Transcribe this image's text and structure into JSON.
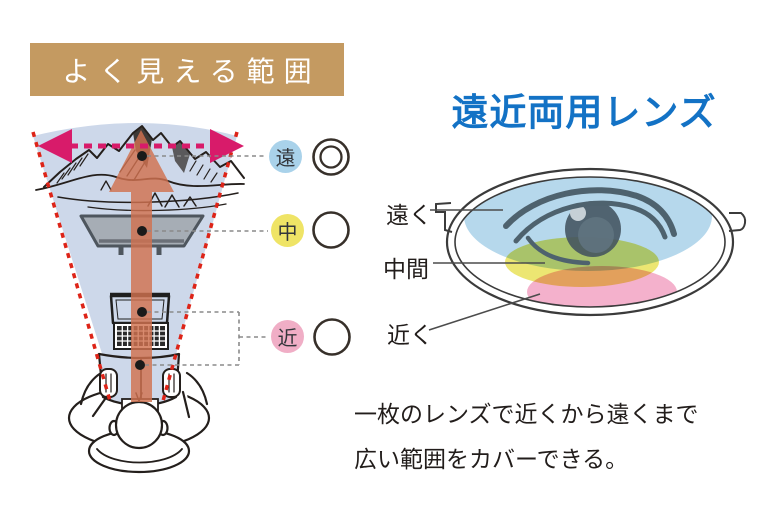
{
  "left_panel": {
    "banner": {
      "label": "よく見える範囲",
      "bg_color": "#c49a61",
      "text_color": "#ffffff"
    },
    "legend": {
      "items": [
        {
          "label": "遠",
          "badge_color": "#a9d2ea",
          "rating_symbol": "◎",
          "rating_name": "double-circle"
        },
        {
          "label": "中",
          "badge_color": "#efe466",
          "rating_symbol": "○",
          "rating_name": "circle"
        },
        {
          "label": "近",
          "badge_color": "#f0aec6",
          "rating_symbol": "○",
          "rating_name": "circle"
        }
      ]
    },
    "illustration": {
      "scene_items": [
        "mountains",
        "monitor",
        "laptop",
        "book",
        "person-top-view"
      ],
      "colors": {
        "view_cone_fill": "#cdd8ea",
        "cone_dashed_border": "#dd2418",
        "width_arrow": "#d81b6a",
        "gaze_arrow": "#d1714f"
      }
    }
  },
  "right_panel": {
    "title": {
      "text": "遠近両用レンズ",
      "color": "#1372c5"
    },
    "lens": {
      "labels": [
        {
          "text": "遠く",
          "zone_color": "#aed4ea"
        },
        {
          "text": "中間",
          "zone_color": "#e8e053"
        },
        {
          "text": "近く",
          "zone_color": "#f3a9c7"
        }
      ]
    },
    "caption": {
      "lines": [
        "一枚のレンズで近くから遠くまで",
        "広い範囲をカバーできる。"
      ]
    }
  }
}
